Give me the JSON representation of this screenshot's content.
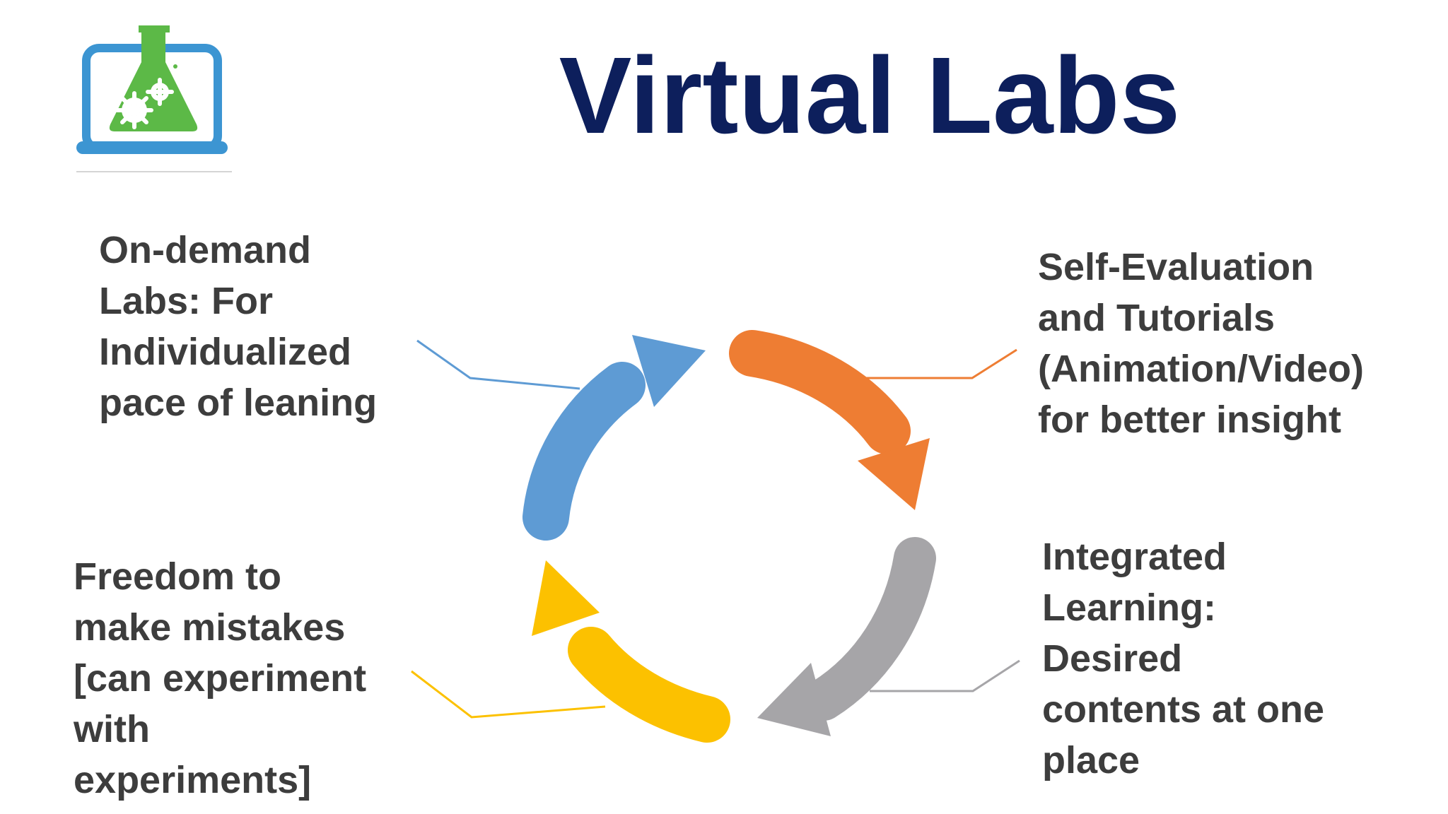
{
  "title": "Virtual Labs",
  "logo": {
    "icon": "virtual-labs-flask-laptop-icon"
  },
  "colors": {
    "title": "#0d1f5c",
    "label_text": "#3d3d3d",
    "arrow_blue": "#5e9bd4",
    "arrow_orange": "#ee7d33",
    "arrow_gray": "#a6a5a8",
    "arrow_yellow": "#fcc100",
    "logo_blue": "#3c95d2",
    "logo_green": "#5cb947"
  },
  "cycle_items": [
    {
      "id": "on-demand",
      "color_key": "arrow_blue",
      "lines": [
        "On-demand",
        "Labs: For",
        "Individualized",
        "pace of leaning"
      ]
    },
    {
      "id": "self-evaluation",
      "color_key": "arrow_orange",
      "lines": [
        "Self-Evaluation",
        "and Tutorials",
        "(Animation/Video)",
        "for better insight"
      ]
    },
    {
      "id": "integrated-learning",
      "color_key": "arrow_gray",
      "lines": [
        "Integrated",
        "Learning:",
        "Desired",
        "contents at one",
        "place"
      ]
    },
    {
      "id": "freedom",
      "color_key": "arrow_yellow",
      "lines": [
        "Freedom to",
        "make mistakes",
        "[can experiment",
        "with",
        "experiments]"
      ]
    }
  ]
}
